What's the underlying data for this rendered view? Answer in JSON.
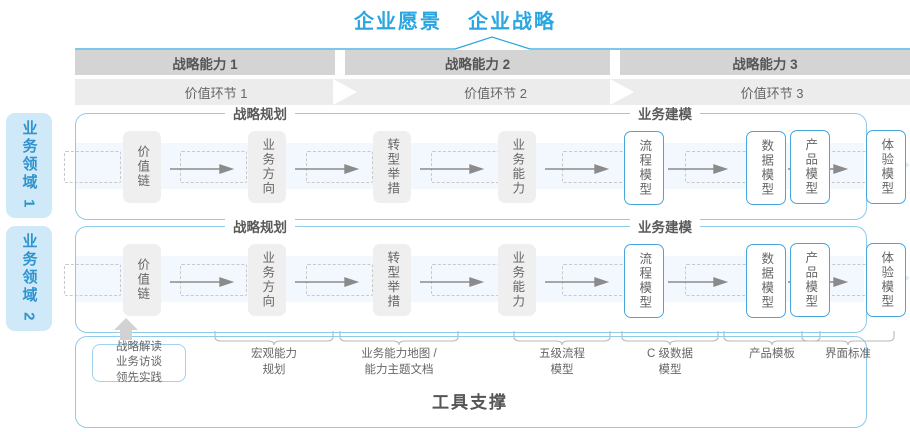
{
  "header": {
    "title_left": "企业愿景",
    "title_right": "企业战略",
    "accent": "#2aa6e0"
  },
  "capability_band": {
    "cells": [
      {
        "label": "战略能力 1"
      },
      {
        "label": "战略能力 2"
      },
      {
        "label": "战略能力 3"
      }
    ],
    "color": "#d4d4d4"
  },
  "value_band": {
    "cells": [
      {
        "label": "价值环节 1"
      },
      {
        "label": "价值环节 2"
      },
      {
        "label": "价值环节 3"
      }
    ],
    "color": "#ececec"
  },
  "side_labels": [
    {
      "label": "业务领域 1"
    },
    {
      "label": "业务领域 2"
    }
  ],
  "sections": {
    "planning": "战略规划",
    "modeling": "业务建模"
  },
  "rows": [
    {
      "planning_steps": [
        "价值链",
        "业务方向",
        "转型举措",
        "业务能力"
      ],
      "modeling_steps": [
        "流程模型",
        "数据模型",
        "产品模型",
        "体验模型"
      ]
    },
    {
      "planning_steps": [
        "价值链",
        "业务方向",
        "转型举措",
        "业务能力"
      ],
      "modeling_steps": [
        "流程模型",
        "数据模型",
        "产品模型",
        "体验模型"
      ]
    }
  ],
  "support": {
    "title": "工具支撑",
    "notes": [
      {
        "text": "战略解读\n业务访谈\n领先实践",
        "boxed": true
      },
      {
        "text": "宏观能力\n规划",
        "boxed": false
      },
      {
        "text": "业务能力地图 /\n能力主题文档",
        "boxed": false
      },
      {
        "text": "五级流程\n模型",
        "boxed": false
      },
      {
        "text": "C 级数据\n模型",
        "boxed": false
      },
      {
        "text": "产品模板",
        "boxed": false
      },
      {
        "text": "界面标准",
        "boxed": false
      }
    ]
  },
  "colors": {
    "border_blue": "#8ecbea",
    "box_blue_border": "#49a6dd",
    "box_grey": "#efefef",
    "track_band": "#f2f8fd",
    "arrow_fill": "#d6eaf7",
    "side_bg": "#cfe9f8",
    "side_text": "#2e93cf"
  }
}
